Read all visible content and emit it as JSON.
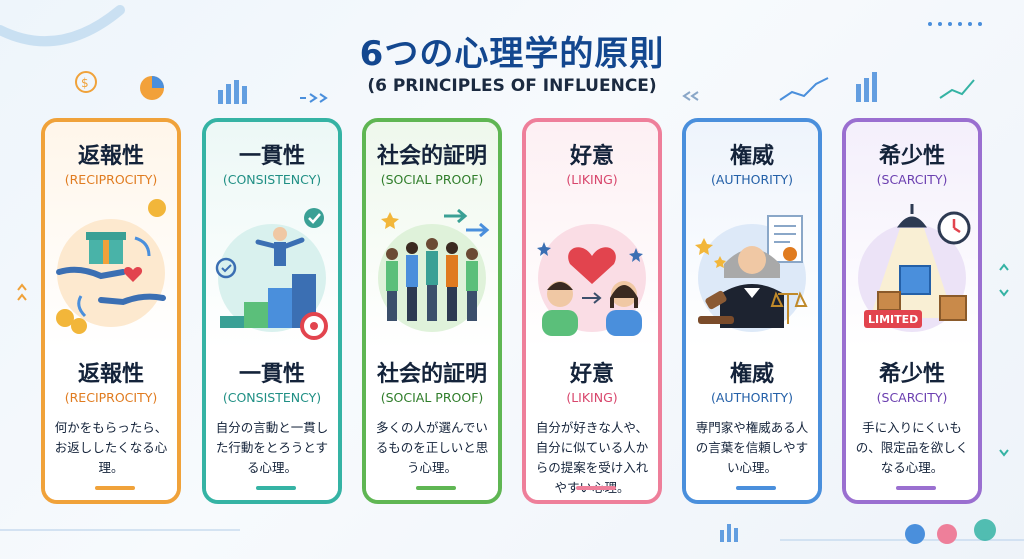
{
  "title": "6つの心理学的原則",
  "subtitle": "(6 PRINCIPLES OF INFLUENCE)",
  "cards": [
    {
      "jp": "返報性",
      "en": "(RECIPROCITY)",
      "desc": "何かをもらったら、お返ししたくなる心理。",
      "color": "#f0a23a",
      "accent": "#e07b1f",
      "tint": "#fff6ea",
      "icon": "gift-exchange-icon"
    },
    {
      "jp": "一貫性",
      "en": "(CONSISTENCY)",
      "desc": "自分の言動と一貫した行動をとろうとする心理。",
      "color": "#35b3a4",
      "accent": "#1f8f84",
      "tint": "#ecf8f6",
      "icon": "staircase-goal-icon"
    },
    {
      "jp": "社会的証明",
      "en": "(SOCIAL PROOF)",
      "desc": "多くの人が選んでいるものを正しいと思う心理。",
      "color": "#5fb653",
      "accent": "#2f7d2a",
      "tint": "#eef8ec",
      "icon": "crowd-icon"
    },
    {
      "jp": "好意",
      "en": "(LIKING)",
      "desc": "自分が好きな人や、自分に似ている人からの提案を受け入れやすい心理。",
      "color": "#ee7f9a",
      "accent": "#d8466c",
      "tint": "#fdf0f3",
      "icon": "two-people-heart-icon"
    },
    {
      "jp": "権威",
      "en": "(AUTHORITY)",
      "desc": "専門家や権威ある人の言葉を信頼しやすい心理。",
      "color": "#4a8fdc",
      "accent": "#2460a8",
      "tint": "#eef4fc",
      "icon": "judge-icon"
    },
    {
      "jp": "希少性",
      "en": "(SCARCITY)",
      "desc": "手に入りにくいもの、限定品を欲しくなる心理。",
      "color": "#9a6fd0",
      "accent": "#6b3fb0",
      "tint": "#f4effb",
      "icon": "limited-box-icon"
    }
  ],
  "limited_label": "LIMITED"
}
